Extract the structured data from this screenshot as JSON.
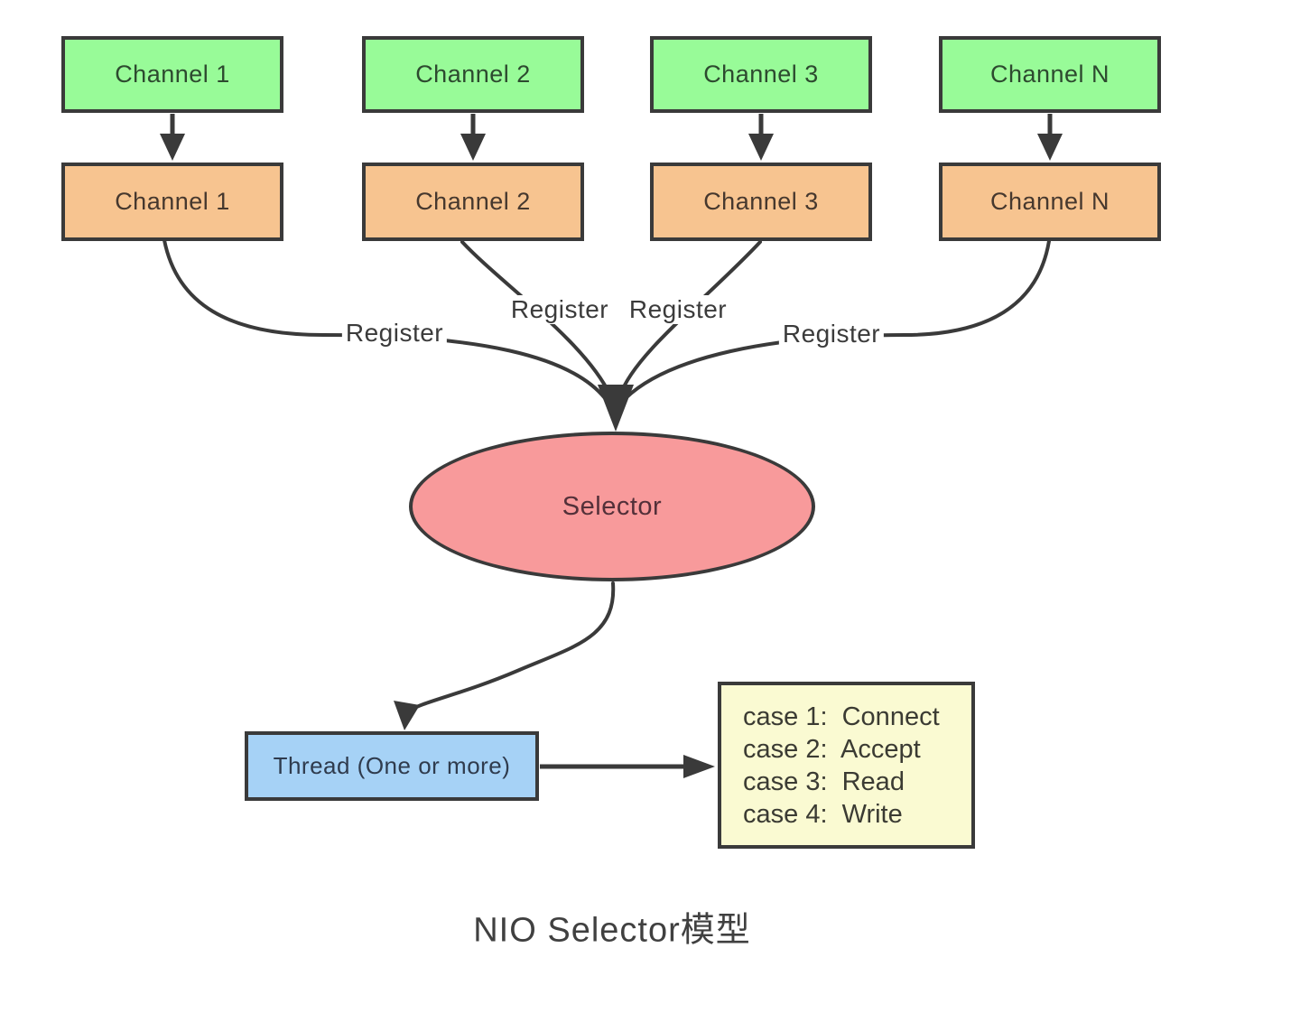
{
  "diagram": {
    "caption": "NIO Selector模型",
    "channels": [
      {
        "source_label": "Channel 1",
        "registered_label": "Channel 1"
      },
      {
        "source_label": "Channel 2",
        "registered_label": "Channel 2"
      },
      {
        "source_label": "Channel 3",
        "registered_label": "Channel 3"
      },
      {
        "source_label": "Channel N",
        "registered_label": "Channel N"
      }
    ],
    "register_labels": [
      "Register",
      "Register",
      "Register",
      "Register"
    ],
    "selector": {
      "label": "Selector"
    },
    "thread": {
      "label": "Thread (One or more)"
    },
    "case_box": {
      "lines": [
        "case 1:  Connect",
        "case 2:  Accept",
        "case 3:  Read",
        "case 4:  Write"
      ]
    },
    "colors": {
      "channel_source_fill": "#98fb98",
      "channel_registered_fill": "#f7c490",
      "selector_fill": "#f89a9b",
      "thread_fill": "#a6d2f6",
      "case_fill": "#fafad2",
      "line": "#3a3a3a"
    }
  }
}
